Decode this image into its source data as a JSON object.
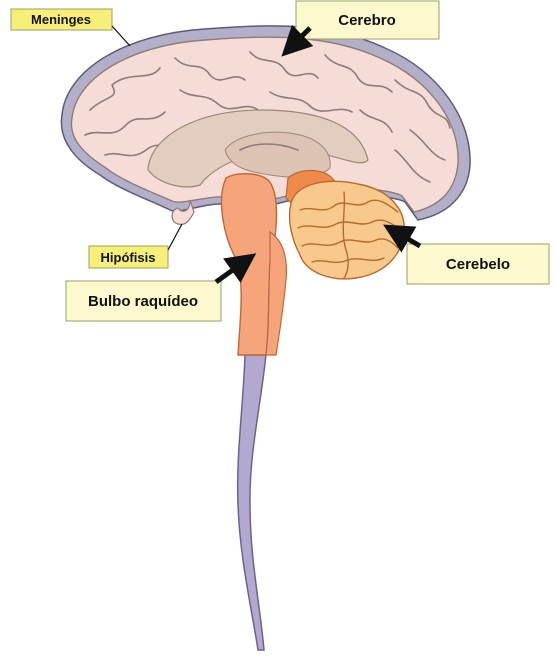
{
  "labels": {
    "meninges": "Meninges",
    "cerebro": "Cerebro",
    "hipofisis": "Hipófisis",
    "cerebelo": "Cerebelo",
    "bulbo": "Bulbo raquídeo"
  },
  "colors": {
    "meninges": "#b3afc9",
    "cerebrum": "#f5dcd6",
    "inner": "#e2cdc0",
    "brainstem": "#f6a57b",
    "cerebellum": "#f8c98c",
    "spinal_cord": "#b3a8cf",
    "label_fill": "#fcf9cf",
    "arrow": "#111111"
  }
}
